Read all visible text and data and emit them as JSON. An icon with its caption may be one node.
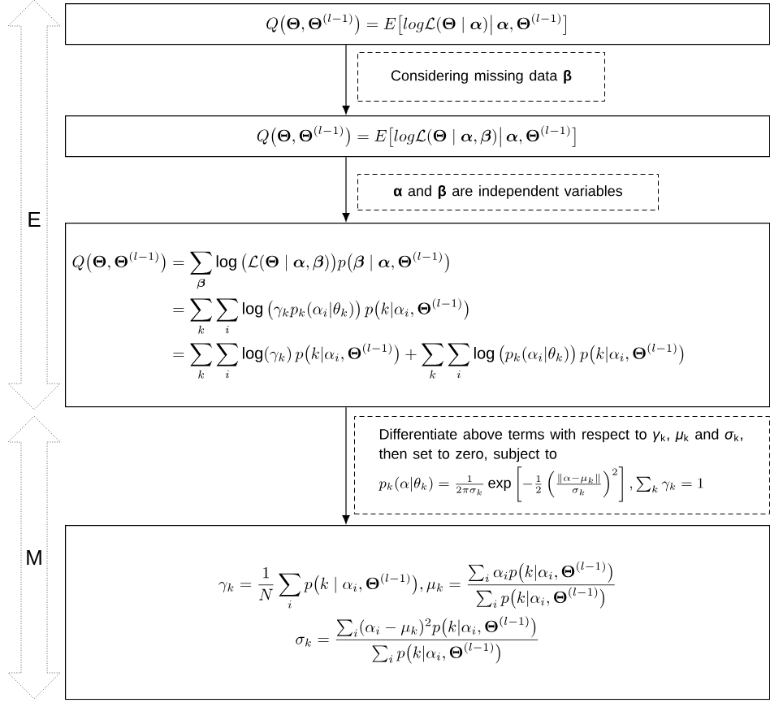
{
  "diagram": {
    "nodes": [
      {
        "text": [
          "Q\\big(\\boldsymbol{\\Theta},\\boldsymbol{\\Theta}^{(l-1)}\\big)=E\\big[log\\mathcal{L}(\\boldsymbol{\\Theta}\\mid\\boldsymbol{\\alpha})\\big|\\,\\boldsymbol{\\alpha},\\boldsymbol{\\Theta}^{(l-1)}\\big]"
        ]
      },
      {
        "text": [
          "Considering missing data **β**"
        ]
      },
      {
        "text": [
          "Q\\big(\\boldsymbol{\\Theta},\\boldsymbol{\\Theta}^{(l-1)}\\big)=E\\big[log\\mathcal{L}(\\boldsymbol{\\Theta}\\mid\\boldsymbol{\\alpha},\\boldsymbol{\\beta})\\big|\\,\\boldsymbol{\\alpha},\\boldsymbol{\\Theta}^{(l-1)}\\big]"
        ]
      },
      {
        "text": [
          "**α** and **β** are independent variables"
        ]
      },
      {
        "text": [
          "\\begin{aligned}Q\\big(\\boldsymbol{\\Theta},\\boldsymbol{\\Theta}^{(l-1)}\\big)&=\\sum_{\\boldsymbol{\\beta}}\\log\\big(\\mathcal{L}(\\boldsymbol{\\Theta}\\mid\\boldsymbol{\\alpha},\\boldsymbol{\\beta})\\big)p\\big(\\boldsymbol{\\beta}\\mid\\boldsymbol{\\alpha},\\boldsymbol{\\Theta}^{(l-1)}\\big)\\\\&=\\sum_{k}\\sum_{i}\\log\\big(\\gamma_k p_k(\\alpha_i|\\theta_k)\\big)\\,p\\big(k|\\alpha_i,\\boldsymbol{\\Theta}^{(l-1)}\\big)\\\\&=\\sum_{k}\\sum_{i}\\log(\\gamma_k)\\,p\\big(k|\\alpha_i,\\boldsymbol{\\Theta}^{(l-1)}\\big)+\\sum_{k}\\sum_{i}\\log\\big(p_k(\\alpha_i|\\theta_k)\\big)\\,p\\big(k|\\alpha_i,\\boldsymbol{\\Theta}^{(l-1)}\\big)\\end{aligned}"
        ]
      },
      {
        "text": [
          "Differentiate above terms with respect to *γ*$_{k}$, *μ*$_{k}$ and *σ*$_{k}$, then set to zero, subject to",
          "p_k(\\alpha|\\theta_k)=\\frac{1}{2\\pi\\sigma_k}\\exp\\left[-\\frac{1}{2}\\left(\\frac{\\|\\alpha-\\mu_k\\|}{\\sigma_k}\\right)^{2}\\right],\\sum_k\\gamma_k=1"
        ]
      },
      {
        "text": [
          "\\begin{gathered}\\gamma_k=\\frac{1}{N}\\sum_{i}p\\big(k\\mid\\alpha_i,\\boldsymbol{\\Theta}^{(l-1)}\\big),\\mu_k=\\frac{\\sum_i\\alpha_i p\\big(k|\\alpha_i,\\boldsymbol{\\Theta}^{(l-1)}\\big)}{\\sum_i p\\big(k|\\alpha_i,\\boldsymbol{\\Theta}^{(l-1)}\\big)}\\\\\\sigma_k=\\frac{\\sum_i(\\alpha_i-\\mu_k)^2p\\big(k|\\alpha_i,\\boldsymbol{\\Theta}^{(l-1)}\\big)}{\\sum_i p\\big(k|\\alpha_i,\\boldsymbol{\\Theta}^{(l-1)}\\big)}\\end{gathered}"
        ]
      }
    ],
    "edges": [
      {
        "from": 0,
        "to": 2,
        "arrow": "to"
      },
      {
        "from": 2,
        "to": 4,
        "arrow": "to"
      },
      {
        "from": 4,
        "to": 6,
        "arrow": "to"
      }
    ],
    "labels": [
      "E",
      "M"
    ]
  }
}
